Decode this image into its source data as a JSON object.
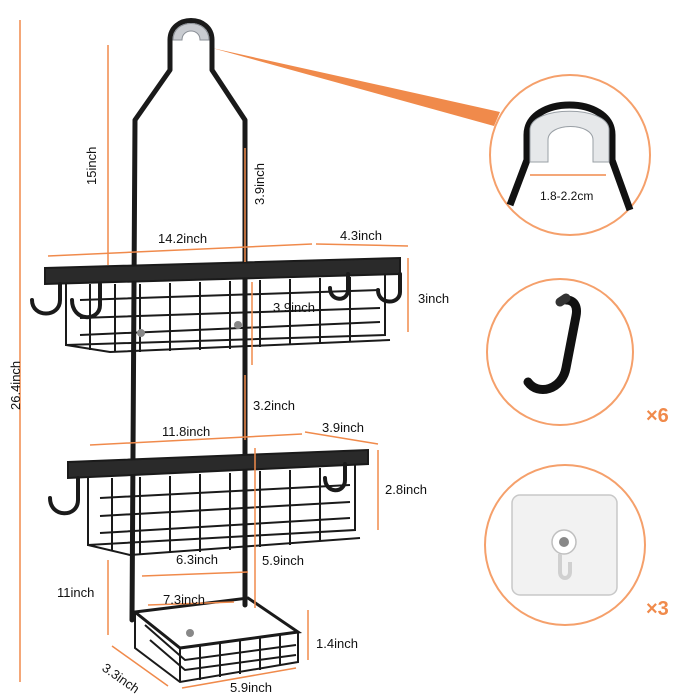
{
  "colors": {
    "accent": "#f08a4b",
    "rack": "#1a1a1a",
    "circle_border": "#f5a06b",
    "hook_cap": "#c9ccd1"
  },
  "dimensions": {
    "total_height": "26.4inch",
    "upper_arm": "15inch",
    "hook_gap": "3.9inch",
    "top_width": "14.2inch",
    "top_depth": "4.3inch",
    "top_inner_height": "3.9inch",
    "top_height": "3inch",
    "shelf_gap": "3.2inch",
    "mid_width": "11.8inch",
    "mid_depth": "3.9inch",
    "mid_height": "2.8inch",
    "mid_inner_width": "6.3inch",
    "mid_to_bottom": "5.9inch",
    "lower_arm": "11inch",
    "bottom_inner_width": "7.3inch",
    "bottom_height": "1.4inch",
    "bottom_depth": "3.3inch",
    "bottom_width": "5.9inch"
  },
  "details": {
    "hook_opening": "1.8-2.2cm",
    "hooks_count": "×6",
    "adhesive_count": "×3"
  },
  "icons": {
    "rack": "shower-caddy-illustration",
    "hook_closeup": "rubber-hook-closeup",
    "hook": "j-hook-icon",
    "adhesive": "adhesive-hook-icon"
  }
}
